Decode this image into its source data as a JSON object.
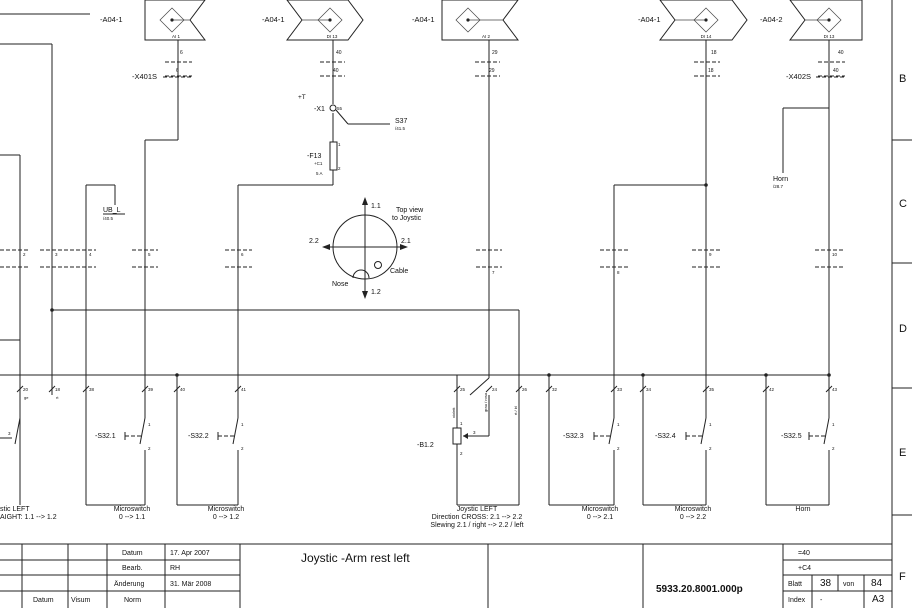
{
  "module_blocks": [
    {
      "label": "-A04-1",
      "pin_sig": "AI 1"
    },
    {
      "label": "-A04-1",
      "pin_sig": "DI 13"
    },
    {
      "label": "-A04-1",
      "pin_sig": "AI 2"
    },
    {
      "label": "-A04-1",
      "pin_sig": "DI 14"
    },
    {
      "label": "-A04-2",
      "pin_sig": "DI 13"
    }
  ],
  "top_pins": [
    {
      "num": "6",
      "term": "6"
    },
    {
      "num": "40",
      "term": "40"
    },
    {
      "num": "29",
      "term": "29"
    },
    {
      "num": "18",
      "term": "18"
    },
    {
      "num": "40",
      "term": "40"
    }
  ],
  "connectors": {
    "x401s": "-X401S",
    "x402s": "-X402S"
  },
  "power": {
    "plus_t": "+T",
    "x1": "-X1",
    "x1_pin": "55",
    "s37": "S37",
    "s37_ref": "/41.5",
    "f13": "-F13",
    "f13_loc": "+C1",
    "f13_rating": "5 A",
    "f13_pin1": "1",
    "f13_pin2": "2"
  },
  "ub_l": {
    "label": "UB_L",
    "ref": "/40.5"
  },
  "horn_ref": {
    "label": "Horn",
    "ref": "/28.7"
  },
  "joystick_view": {
    "dir_up": "1.1",
    "dir_down": "1.2",
    "dir_left": "2.2",
    "dir_right": "2.1",
    "title_line1": "Top view",
    "title_line2": "to Joystic",
    "cable": "Cable",
    "nose": "Nose"
  },
  "mid_terms": [
    "2",
    "3",
    "4",
    "5",
    "6",
    "7",
    "8",
    "9",
    "10"
  ],
  "wire_nums": [
    "20",
    "18",
    "38",
    "39",
    "40",
    "41",
    "25",
    "24",
    "26",
    "32",
    "33",
    "34",
    "35",
    "42",
    "43"
  ],
  "wire_colors": {
    "ge": "ge",
    "rt": "rt",
    "violett": "violett",
    "grau": "grau / rosa",
    "rtbl": "rt / bl"
  },
  "switches": [
    {
      "name": "-S32.1",
      "p1": "1",
      "p2": "2"
    },
    {
      "name": "-S32.2",
      "p1": "1",
      "p2": "2"
    },
    {
      "name": "-S32.3",
      "p1": "1",
      "p2": "2"
    },
    {
      "name": "-S32.4",
      "p1": "1",
      "p2": "2"
    },
    {
      "name": "-S32.5",
      "p1": "1",
      "p2": "2"
    }
  ],
  "left_switch_pin": "3",
  "pot": {
    "name": "-B1.2",
    "p1": "1",
    "p2": "2",
    "p3": "3"
  },
  "descriptions": {
    "d1a": "stic LEFT",
    "d1b": "AIGHT: 1.1 --> 1.2",
    "d2a": "Microswitch",
    "d2b": "0 --> 1.1",
    "d3a": "Microswitch",
    "d3b": "0 --> 1.2",
    "d4a": "Joystic LEFT",
    "d4b": "Direction CROSS: 2.1 --> 2.2",
    "d4c": "Slewing  2.1 / right --> 2.2 / left",
    "d5a": "Microswitch",
    "d5b": "0 --> 2.1",
    "d6a": "Microswitch",
    "d6b": "0 --> 2.2",
    "d7a": "Horn"
  },
  "row_letters": [
    "B",
    "C",
    "D",
    "E",
    "F"
  ],
  "title_block": {
    "datum_lbl": "Datum",
    "datum_val": "17. Apr 2007",
    "bearb_lbl": "Bearb.",
    "bearb_val": "RH",
    "aend_lbl": "Änderung",
    "aend_val": "31. Mär 2008",
    "norm_lbl": "Norm",
    "col_datum": "Datum",
    "col_visum": "Visum",
    "title": "Joystic -Arm rest left",
    "drawing_no": "5933.20.8001.000p",
    "eq40": "=40",
    "plus_c4": "+C4",
    "blatt_lbl": "Blatt",
    "blatt_val": "38",
    "von_lbl": "von",
    "von_val": "84",
    "index_lbl": "Index",
    "index_val": "-",
    "size": "A3"
  }
}
